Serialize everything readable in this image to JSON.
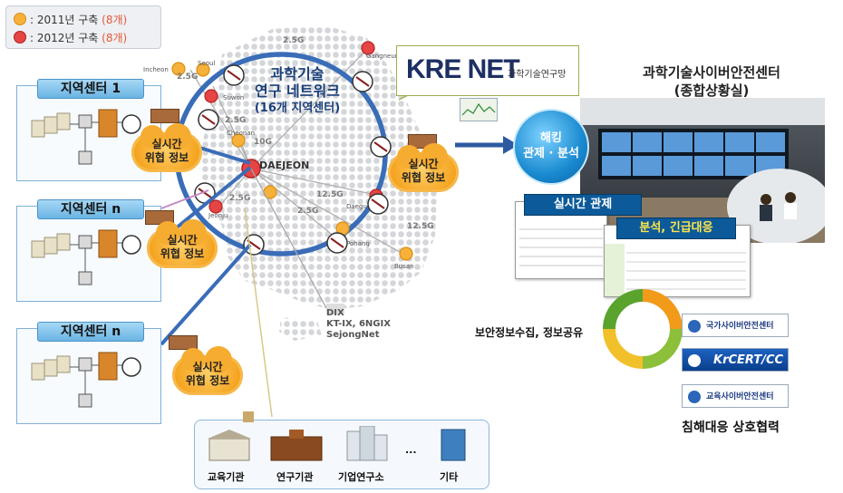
{
  "legend": {
    "items": [
      {
        "label": ": 2011년 구축",
        "count": "(8개)",
        "color": "#f6b13a"
      },
      {
        "label": ": 2012년 구축",
        "count": "(8개)",
        "color": "#e64545"
      }
    ]
  },
  "network": {
    "title_line1": "과학기술",
    "title_line2": "연구 네트워크",
    "title_line3": "(16개 지역센터)",
    "hub": "DAEJEON",
    "ring_color": "#3a6db8"
  },
  "cities": {
    "incheon": "Incheon",
    "seoul": "Seoul",
    "suwon": "Suwon",
    "cheonan": "Cheonan",
    "gangneung": "Gangneung",
    "jeonju": "Jeonju",
    "daegu": "Daegu",
    "busan": "Busan",
    "ulsan": "Pohang"
  },
  "speeds": {
    "s1": "2.5G",
    "s2": "2.5G",
    "s3": "10G",
    "s4": "2.5G",
    "s5": "2.5G",
    "s6": "12.5G",
    "s7": "2.5G",
    "s8": "12.5G"
  },
  "centers": [
    {
      "title": "지역센터 1"
    },
    {
      "title": "지역센터 n"
    },
    {
      "title": "지역센터 n"
    }
  ],
  "threat": {
    "line1": "실시간",
    "line2": "위협 정보"
  },
  "kreonet": {
    "logo": "KRE NET",
    "subtitle": "과학기술연구망"
  },
  "control_center": {
    "title_line1": "과학기술사이버안전센터",
    "title_line2": "(종합상황실)"
  },
  "hacking": {
    "line1": "해킹",
    "line2": "관제 · 분석"
  },
  "windows": {
    "realtime_label": "실시간 관제",
    "analysis_label": "분석, 긴급대응"
  },
  "cooperation": {
    "collect_label": "보안정보수집, 정보공유",
    "agencies": [
      "국가사이버안전센터",
      "KrCERT/CC",
      "교육사이버안전센터"
    ],
    "incident_label": "침해대응 상호협력"
  },
  "dix": {
    "line1": "DIX",
    "line2": "KT-IX, 6NGIX",
    "line3": "SejongNet"
  },
  "institutions": [
    {
      "label": "교육기관"
    },
    {
      "label": "연구기관"
    },
    {
      "label": "기업연구소"
    },
    {
      "label": "..."
    },
    {
      "label": "기타"
    }
  ]
}
